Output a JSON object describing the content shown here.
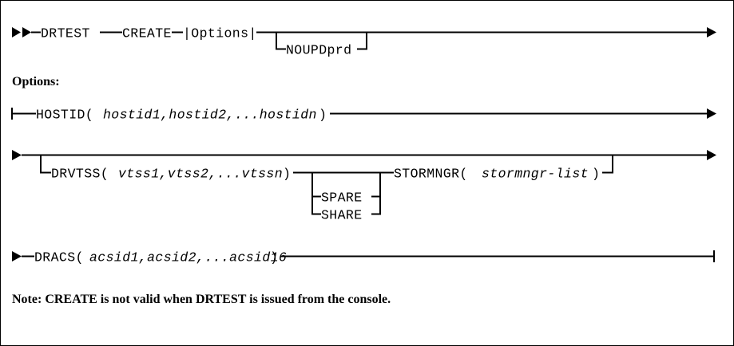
{
  "diagram": {
    "type": "railroad-syntax-diagram",
    "command": "DRTEST CREATE",
    "rows": [
      {
        "id": "row-main",
        "start_marker": "double-arrow",
        "end_marker": "arrow",
        "tokens": [
          "DRTEST",
          "CREATE",
          "|Options|"
        ],
        "optional_branch": [
          "NOUPDprd"
        ]
      },
      {
        "id": "row-hostid",
        "start_marker": "bar",
        "end_marker": "arrow",
        "tokens": [
          "HOSTID(",
          "hostid1,hostid2,...hostidn",
          ")"
        ]
      },
      {
        "id": "row-drvtss",
        "start_marker": "arrow",
        "end_marker": "arrow",
        "tokens": [
          "DRVTSS(",
          "vtss1,vtss2,...vtssn",
          ")",
          "STORMNGR(",
          "stormngr-list",
          ")"
        ],
        "choice_branch": [
          "SPARE",
          "SHARE"
        ]
      },
      {
        "id": "row-dracs",
        "start_marker": "arrow",
        "end_marker": "bar",
        "tokens": [
          "DRACS(",
          "acsid1,acsid2,...acsid16",
          ")"
        ]
      }
    ]
  },
  "labels": {
    "options_heading": "Options:",
    "note": "Note: CREATE is not valid when DRTEST is issued from the console."
  },
  "row1": {
    "drtest": "DRTEST",
    "create": "CREATE",
    "options_ref": "|Options|",
    "noupdprd": "NOUPDprd"
  },
  "row2": {
    "keyword": "HOSTID(",
    "operand": "hostid1,hostid2,...hostidn",
    "close": ")"
  },
  "row3": {
    "keyword": "DRVTSS(",
    "operand": "vtss1,vtss2,...vtssn",
    "close": ")",
    "spare": "SPARE",
    "share": "SHARE",
    "stormngr_keyword": "STORMNGR(",
    "stormngr_operand": "stormngr-list",
    "stormngr_close": ")"
  },
  "row4": {
    "keyword": "DRACS(",
    "operand": "acsid1,acsid2,...acsid16",
    "close": ")"
  },
  "colors": {
    "line": "#000000",
    "text": "#000000",
    "background": "#ffffff",
    "border": "#000000"
  }
}
